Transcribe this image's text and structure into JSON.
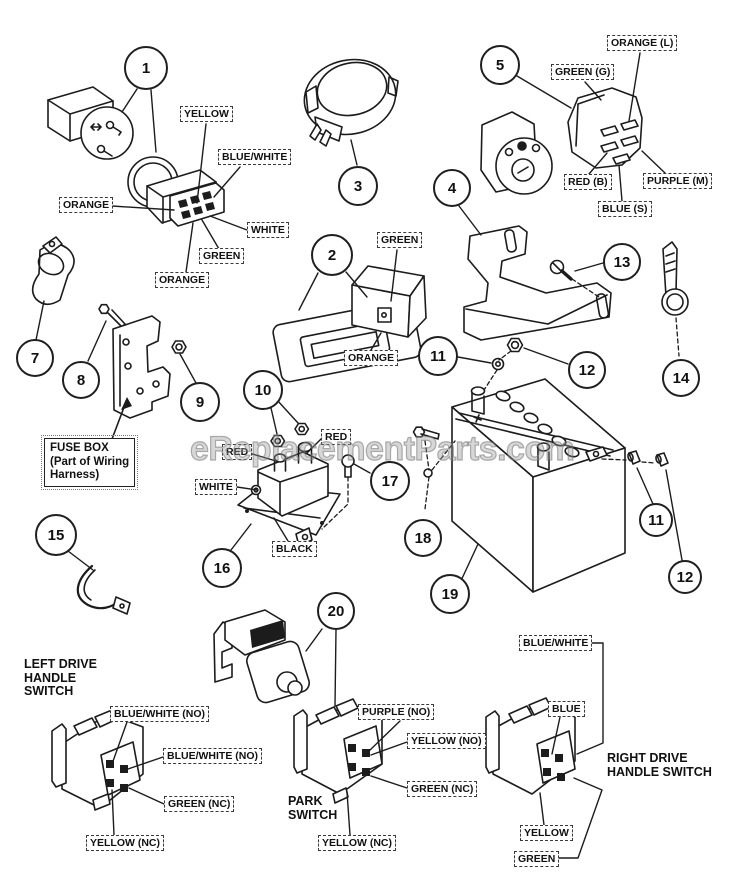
{
  "watermark": "eReplacementParts.com",
  "callouts": [
    "1",
    "2",
    "3",
    "4",
    "5",
    "7",
    "8",
    "9",
    "10",
    "11",
    "12",
    "13",
    "14",
    "15",
    "16",
    "17",
    "18",
    "11",
    "12",
    "19",
    "20"
  ],
  "labels": {
    "yellow_1": "YELLOW",
    "blue_white_1": "BLUE/WHITE",
    "orange_1": "ORANGE",
    "white_1": "WHITE",
    "green_1": "GREEN",
    "orange_2": "ORANGE",
    "orange_l": "ORANGE (L)",
    "green_g": "GREEN (G)",
    "red_b": "RED (B)",
    "purple_m": "PURPLE (M)",
    "blue_s": "BLUE (S)",
    "green_2": "GREEN",
    "orange_3": "ORANGE",
    "red_1": "RED",
    "red_2": "RED",
    "white_2": "WHITE",
    "black_1": "BLACK",
    "blue_white_no_1": "BLUE/WHITE (NO)",
    "blue_white_no_2": "BLUE/WHITE (NO)",
    "green_nc_1": "GREEN (NC)",
    "yellow_nc_1": "YELLOW (NC)",
    "purple_no": "PURPLE (NO)",
    "yellow_no": "YELLOW (NO)",
    "green_nc_2": "GREEN (NC)",
    "yellow_nc_2": "YELLOW (NC)",
    "blue_white_r": "BLUE/WHITE",
    "blue_r": "BLUE",
    "yellow_r": "YELLOW",
    "green_r": "GREEN"
  },
  "part_names": {
    "left_drive": [
      "LEFT DRIVE",
      "HANDLE",
      "SWITCH"
    ],
    "park_switch": [
      "PARK",
      "SWITCH"
    ],
    "right_drive": [
      "RIGHT DRIVE",
      "HANDLE SWITCH"
    ],
    "fuse_box_note": [
      "FUSE BOX",
      "(Part of Wiring",
      "Harness)"
    ]
  }
}
